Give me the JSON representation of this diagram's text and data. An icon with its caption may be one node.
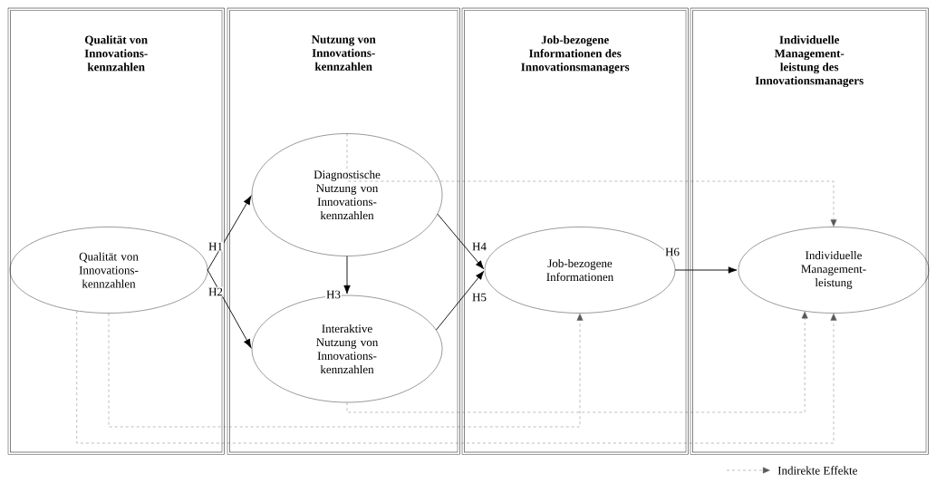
{
  "diagram": {
    "nodes": [
      {
        "text": [
          "Qualität von Innovations- kennzahlen"
        ]
      },
      {
        "text": [
          "Nutzung von Innovations- kennzahlen"
        ]
      },
      {
        "text": [
          "Job-bezogene Informationen des Innovationsmanagers"
        ]
      },
      {
        "text": [
          "Individuelle Management- leistung des Innovationsmanagers"
        ]
      },
      {
        "text": [
          "Qualität von Innovations- kennzahlen"
        ],
        "in": 0
      },
      {
        "text": [
          "Diagnostische Nutzung von Innovations- kennzahlen"
        ],
        "in": 1
      },
      {
        "text": [
          "Interaktive Nutzung von Innovations- kennzahlen"
        ],
        "in": 1
      },
      {
        "text": [
          "Job-bezogene Informationen"
        ],
        "in": 2
      },
      {
        "text": [
          "Individuelle Management- leistung"
        ],
        "in": 3
      }
    ],
    "edges": [
      {
        "from": 4,
        "to": 5,
        "arrow": "to",
        "label": "H1"
      },
      {
        "from": 4,
        "to": 6,
        "arrow": "to",
        "label": "H2"
      },
      {
        "from": 5,
        "to": 6,
        "arrow": "to",
        "label": "H3"
      },
      {
        "from": 5,
        "to": 7,
        "arrow": "to",
        "label": "H4"
      },
      {
        "from": 6,
        "to": 7,
        "arrow": "to",
        "label": "H5"
      },
      {
        "from": 7,
        "to": 8,
        "arrow": "to",
        "label": "H6"
      },
      {
        "from": 5,
        "to": 8,
        "arrow": "to",
        "style": "dashed",
        "color": "#595959"
      },
      {
        "from": 6,
        "to": 8,
        "arrow": "to",
        "style": "dashed",
        "color": "#595959"
      },
      {
        "from": 4,
        "to": 7,
        "arrow": "to",
        "style": "dashed",
        "color": "#595959"
      },
      {
        "from": 4,
        "to": 8,
        "arrow": "to",
        "style": "dashed",
        "color": "#595959"
      }
    ],
    "legend": [
      {
        "text": "Indirekte Effekte"
      }
    ]
  }
}
